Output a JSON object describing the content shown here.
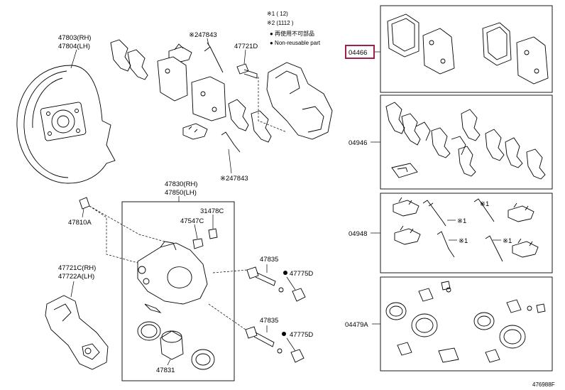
{
  "labels": {
    "p47803": "47803(RH)",
    "p47804": "47804(LH)",
    "p247843a": "※247843",
    "p47721d": "47721D",
    "p247843b": "※247843",
    "p47830": "47830(RH)",
    "p47850": "47850(LH)",
    "p47810a": "47810A",
    "p31478c": "31478C",
    "p47547c": "47547C",
    "p47721c": "47721C(RH)",
    "p47722a": "47722A(LH)",
    "p47835a": "47835",
    "p47775d_a": "47775D",
    "p47835b": "47835",
    "p47775d_b": "47775D",
    "p47831": "47831",
    "p04466": "04466",
    "p04946": "04946",
    "p04948": "04948",
    "p04479a": "04479A",
    "x1a": "※1",
    "x1b": "※1",
    "x1c": "※1",
    "x1d": "※1",
    "footer_code": "476988F"
  },
  "legend": {
    "line1": "※1 (          12)",
    "line2": "※2 (1112          )",
    "line3": "● 再使用不可部品",
    "line4": "● Non-reusable part"
  }
}
